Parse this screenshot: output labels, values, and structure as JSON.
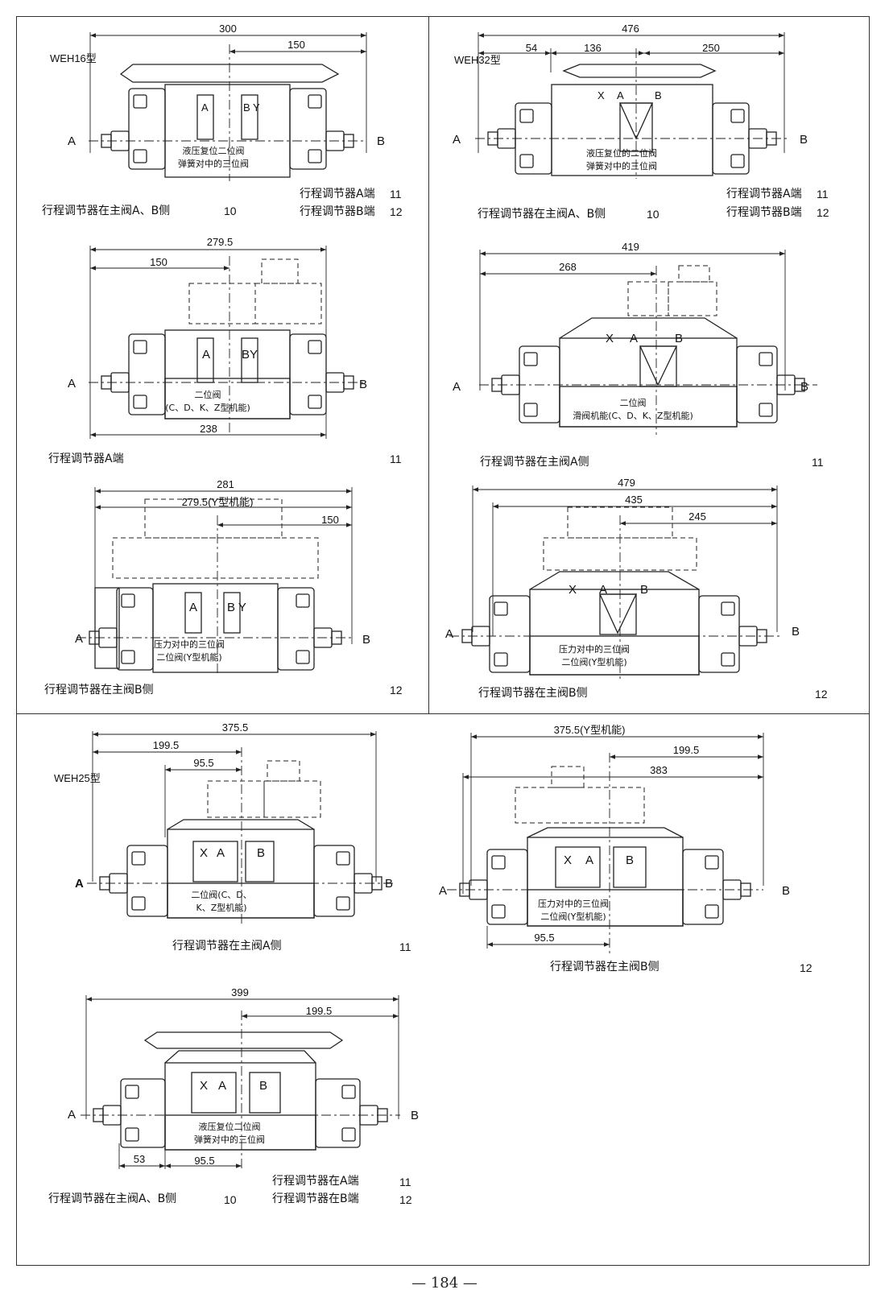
{
  "page_number": "— 184 —",
  "panels": [
    {
      "id": "p1",
      "model": "WEH16型",
      "dims": [
        "300",
        "150"
      ],
      "ports": [
        "A",
        "B"
      ],
      "valve_marks": [
        "A",
        "B Y"
      ],
      "notes": [
        "液压复位二位阀",
        "弹簧对中的三位阀"
      ],
      "captions": [
        {
          "text": "行程调节器在主阀A、B侧",
          "code": "10"
        },
        {
          "text": "行程调节器A端",
          "code": "11"
        },
        {
          "text": "行程调节器B端",
          "code": "12"
        }
      ]
    },
    {
      "id": "p2",
      "model": "WEH32型",
      "dims": [
        "476",
        "54",
        "136",
        "250"
      ],
      "ports": [
        "A",
        "B"
      ],
      "valve_marks": [
        "X",
        "A",
        "B"
      ],
      "notes": [
        "液压复位的二位阀",
        "弹簧对中的三位阀"
      ],
      "captions": [
        {
          "text": "行程调节器在主阀A、B侧",
          "code": "10"
        },
        {
          "text": "行程调节器A端",
          "code": "11"
        },
        {
          "text": "行程调节器B端",
          "code": "12"
        }
      ]
    },
    {
      "id": "p3",
      "dims": [
        "279.5",
        "150",
        "238"
      ],
      "ports": [
        "A",
        "B"
      ],
      "valve_marks": [
        "A",
        "BY"
      ],
      "notes": [
        "二位阀",
        "(C、D、K、Z型机能)"
      ],
      "captions": [
        {
          "text": "行程调节器A端",
          "code": "11"
        }
      ]
    },
    {
      "id": "p4",
      "dims": [
        "419",
        "268"
      ],
      "ports": [
        "A",
        "B"
      ],
      "valve_marks": [
        "X",
        "A",
        "B"
      ],
      "notes": [
        "二位阀",
        "滑阀机能(C、D、K、Z型机能)"
      ],
      "captions": [
        {
          "text": "行程调节器在主阀A侧",
          "code": "11"
        }
      ]
    },
    {
      "id": "p5",
      "dims": [
        "281",
        "279.5(Y型机能)",
        "150"
      ],
      "ports": [
        "A",
        "B"
      ],
      "valve_marks": [
        "A",
        "B Y"
      ],
      "notes": [
        "压力对中的三位阀",
        "二位阀(Y型机能)"
      ],
      "captions": [
        {
          "text": "行程调节器在主阀B侧",
          "code": "12"
        }
      ]
    },
    {
      "id": "p6",
      "dims": [
        "479",
        "435",
        "245"
      ],
      "ports": [
        "A",
        "B"
      ],
      "valve_marks": [
        "X",
        "A",
        "B"
      ],
      "notes": [
        "压力对中的三位阀",
        "二位阀(Y型机能)"
      ],
      "captions": [
        {
          "text": "行程调节器在主阀B侧",
          "code": "12"
        }
      ]
    },
    {
      "id": "p7",
      "model": "WEH25型",
      "dims": [
        "375.5",
        "199.5",
        "95.5"
      ],
      "ports": [
        "A",
        "B"
      ],
      "valve_marks": [
        "X",
        "A",
        "B"
      ],
      "notes": [
        "二位阀(C、D、",
        "K、Z型机能)"
      ],
      "captions": [
        {
          "text": "行程调节器在主阀A侧",
          "code": "11"
        }
      ]
    },
    {
      "id": "p8",
      "dims": [
        "375.5(Y型机能)",
        "199.5",
        "383",
        "95.5"
      ],
      "ports": [
        "A",
        "B"
      ],
      "valve_marks": [
        "X",
        "A",
        "B"
      ],
      "notes": [
        "压力对中的三位阀",
        "二位阀(Y型机能)"
      ],
      "captions": [
        {
          "text": "行程调节器在主阀B侧",
          "code": "12"
        }
      ]
    },
    {
      "id": "p9",
      "dims": [
        "399",
        "199.5",
        "53",
        "95.5"
      ],
      "ports": [
        "A",
        "B"
      ],
      "valve_marks": [
        "X",
        "A",
        "B"
      ],
      "notes": [
        "液压复位二位阀",
        "弹簧对中的三位阀"
      ],
      "captions": [
        {
          "text": "行程调节器在A端",
          "code": "11"
        },
        {
          "text": "行程调节器在主阀A、B侧",
          "code": "10"
        },
        {
          "text": "行程调节器在B端",
          "code": "12"
        }
      ]
    }
  ]
}
